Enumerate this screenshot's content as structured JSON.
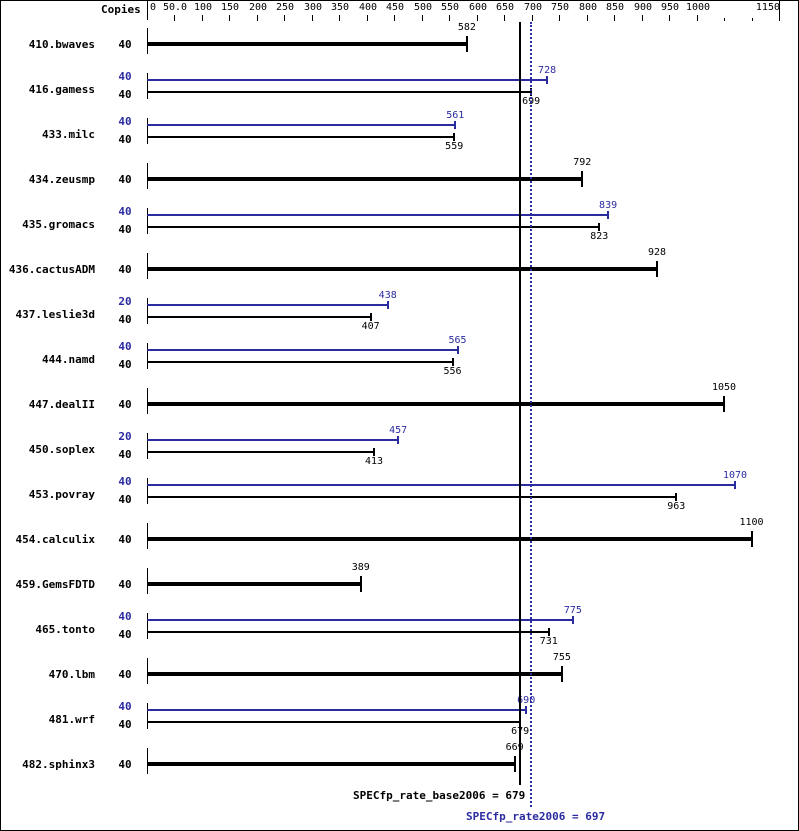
{
  "chart_data": {
    "type": "bar",
    "orientation": "horizontal",
    "title": "",
    "header_label": "Copies",
    "xlim": [
      0,
      1150
    ],
    "x_ticks": [
      0,
      50,
      100,
      150,
      200,
      250,
      300,
      350,
      400,
      450,
      500,
      550,
      600,
      650,
      700,
      750,
      800,
      850,
      900,
      950,
      1000,
      1050,
      1100,
      1150
    ],
    "x_tick_labels": [
      "0",
      "50.0",
      "100",
      "150",
      "200",
      "250",
      "300",
      "350",
      "400",
      "450",
      "500",
      "550",
      "600",
      "650",
      "700",
      "750",
      "800",
      "850",
      "900",
      "950",
      "1000",
      "",
      "",
      "1150"
    ],
    "categories": [
      "410.bwaves",
      "416.gamess",
      "433.milc",
      "434.zeusmp",
      "435.gromacs",
      "436.cactusADM",
      "437.leslie3d",
      "444.namd",
      "447.dealII",
      "450.soplex",
      "453.povray",
      "454.calculix",
      "459.GemsFDTD",
      "465.tonto",
      "470.lbm",
      "481.wrf",
      "482.sphinx3"
    ],
    "series": [
      {
        "name": "SPECfp_rate_base2006",
        "color": "#000000",
        "copies": [
          40,
          40,
          40,
          40,
          40,
          40,
          40,
          40,
          40,
          40,
          40,
          40,
          40,
          40,
          40,
          40,
          40
        ],
        "values": [
          582,
          699,
          559,
          792,
          823,
          928,
          407,
          556,
          1050,
          413,
          963,
          1100,
          389,
          731,
          755,
          679,
          669
        ]
      },
      {
        "name": "SPECfp_rate2006",
        "color": "#2b2ba0",
        "copies": [
          null,
          40,
          40,
          null,
          40,
          null,
          20,
          40,
          null,
          20,
          40,
          null,
          null,
          40,
          null,
          40,
          null
        ],
        "values": [
          null,
          728,
          561,
          null,
          839,
          null,
          438,
          565,
          null,
          457,
          1070,
          null,
          null,
          775,
          null,
          690,
          null
        ]
      }
    ],
    "reference_lines": [
      {
        "name": "SPECfp_rate_base2006",
        "value": 679,
        "style": "solid",
        "color": "#000000"
      },
      {
        "name": "SPECfp_rate2006",
        "value": 697,
        "style": "dotted",
        "color": "#2b2ba0"
      }
    ],
    "legend": [
      "SPECfp_rate_base2006 = 679",
      "SPECfp_rate2006 = 697"
    ]
  },
  "header": {
    "copies_label": "Copies"
  },
  "summary": {
    "base_label": "SPECfp_rate_base2006 = 679",
    "peak_label": "SPECfp_rate2006 = 697"
  },
  "colors": {
    "base": "#000000",
    "peak": "#2b2ba0"
  },
  "rows": [
    {
      "name": "410.bwaves",
      "base_copies": "40",
      "base": 582,
      "base_label": "582",
      "peak_copies": null,
      "peak": null,
      "peak_label": null
    },
    {
      "name": "416.gamess",
      "base_copies": "40",
      "base": 699,
      "base_label": "699",
      "peak_copies": "40",
      "peak": 728,
      "peak_label": "728"
    },
    {
      "name": "433.milc",
      "base_copies": "40",
      "base": 559,
      "base_label": "559",
      "peak_copies": "40",
      "peak": 561,
      "peak_label": "561"
    },
    {
      "name": "434.zeusmp",
      "base_copies": "40",
      "base": 792,
      "base_label": "792",
      "peak_copies": null,
      "peak": null,
      "peak_label": null
    },
    {
      "name": "435.gromacs",
      "base_copies": "40",
      "base": 823,
      "base_label": "823",
      "peak_copies": "40",
      "peak": 839,
      "peak_label": "839"
    },
    {
      "name": "436.cactusADM",
      "base_copies": "40",
      "base": 928,
      "base_label": "928",
      "peak_copies": null,
      "peak": null,
      "peak_label": null
    },
    {
      "name": "437.leslie3d",
      "base_copies": "40",
      "base": 407,
      "base_label": "407",
      "peak_copies": "20",
      "peak": 438,
      "peak_label": "438"
    },
    {
      "name": "444.namd",
      "base_copies": "40",
      "base": 556,
      "base_label": "556",
      "peak_copies": "40",
      "peak": 565,
      "peak_label": "565"
    },
    {
      "name": "447.dealII",
      "base_copies": "40",
      "base": 1050,
      "base_label": "1050",
      "peak_copies": null,
      "peak": null,
      "peak_label": null
    },
    {
      "name": "450.soplex",
      "base_copies": "40",
      "base": 413,
      "base_label": "413",
      "peak_copies": "20",
      "peak": 457,
      "peak_label": "457"
    },
    {
      "name": "453.povray",
      "base_copies": "40",
      "base": 963,
      "base_label": "963",
      "peak_copies": "40",
      "peak": 1070,
      "peak_label": "1070"
    },
    {
      "name": "454.calculix",
      "base_copies": "40",
      "base": 1100,
      "base_label": "1100",
      "peak_copies": null,
      "peak": null,
      "peak_label": null
    },
    {
      "name": "459.GemsFDTD",
      "base_copies": "40",
      "base": 389,
      "base_label": "389",
      "peak_copies": null,
      "peak": null,
      "peak_label": null
    },
    {
      "name": "465.tonto",
      "base_copies": "40",
      "base": 731,
      "base_label": "731",
      "peak_copies": "40",
      "peak": 775,
      "peak_label": "775"
    },
    {
      "name": "470.lbm",
      "base_copies": "40",
      "base": 755,
      "base_label": "755",
      "peak_copies": null,
      "peak": null,
      "peak_label": null
    },
    {
      "name": "481.wrf",
      "base_copies": "40",
      "base": 679,
      "base_label": "679",
      "peak_copies": "40",
      "peak": 690,
      "peak_label": "690"
    },
    {
      "name": "482.sphinx3",
      "base_copies": "40",
      "base": 669,
      "base_label": "669",
      "peak_copies": null,
      "peak": null,
      "peak_label": null
    }
  ]
}
